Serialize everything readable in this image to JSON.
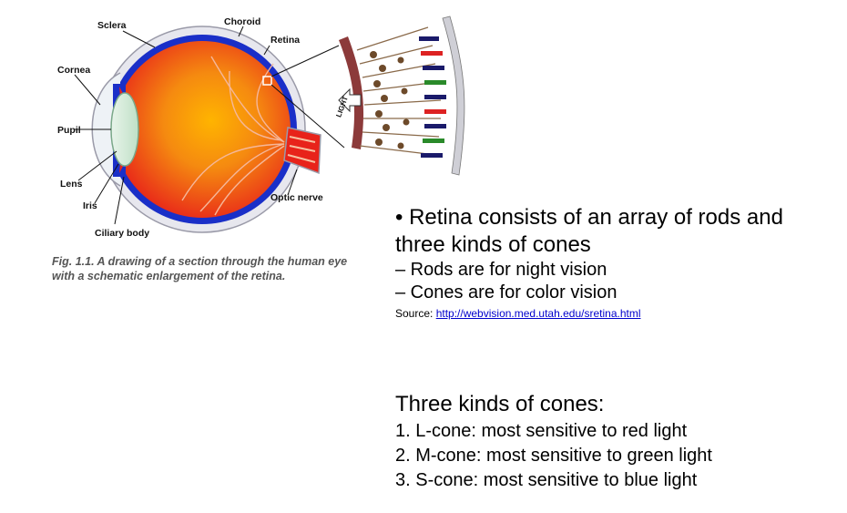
{
  "figure": {
    "labels": {
      "sclera": "Sclera",
      "choroid": "Choroid",
      "retina": "Retina",
      "cornea": "Cornea",
      "pupil": "Pupil",
      "lens": "Lens",
      "iris": "Iris",
      "ciliary_body": "Ciliary body",
      "optic_nerve": "Optic nerve",
      "light": "LIGHT"
    },
    "caption": "Fig. 1.1. A drawing of a section through the human eye with a schematic enlargement of the retina."
  },
  "bullets": {
    "main": "• Retina consists of an array of rods and three kinds of cones",
    "sub1": "– Rods are for night vision",
    "sub2": "– Cones are for color vision",
    "source_prefix": "Source: ",
    "source_link": "http://webvision.med.utah.edu/sretina.html"
  },
  "cones": {
    "heading": "Three kinds of cones:",
    "items": [
      "1. L-cone: most sensitive to red light",
      "2. M-cone: most sensitive to green light",
      "3. S-cone: most sensitive to blue light"
    ]
  },
  "colors": {
    "eye_orange": "#f07a10",
    "eye_red": "#e8231a",
    "choroid_blue": "#1a2fc8",
    "link_blue": "#0000cc"
  }
}
